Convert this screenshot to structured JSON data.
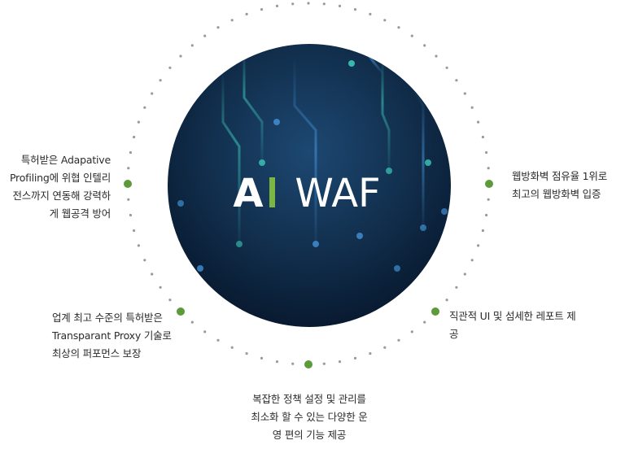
{
  "center": {
    "logo_left": "A",
    "logo_right": "WAF",
    "logo_bar_color": "#7bb544",
    "circle_color_dark": "#0b1f3a",
    "circle_color_light": "#1a3f66",
    "circuit_accent": "#3ec7b8"
  },
  "colors": {
    "dot": "#9a9a9a",
    "marker": "#5c9a3a",
    "text": "#2b2b2b"
  },
  "features": {
    "left_upper": {
      "lines": [
        "특허받은 Adapative",
        "Profiling에 위협 인텔리",
        "전스까지 연동해 강력하",
        "게 웹공격 방어"
      ]
    },
    "right_upper": {
      "lines": [
        "웹방화벽 점유율 1위로",
        "최고의 웹방화벽 입증"
      ]
    },
    "left_lower": {
      "lines": [
        "업계 최고 수준의 특허받은",
        "Transparant Proxy 기술로",
        "최상의 퍼포먼스 보장"
      ]
    },
    "right_lower": {
      "lines": [
        "직관적 UI 및 섬세한 레포트 제",
        "공"
      ]
    },
    "bottom": {
      "lines": [
        "복잡한 정책 설정 및 관리를",
        "최소화 할 수 있는 다양한 운",
        "영 편의 기능 제공"
      ]
    }
  }
}
